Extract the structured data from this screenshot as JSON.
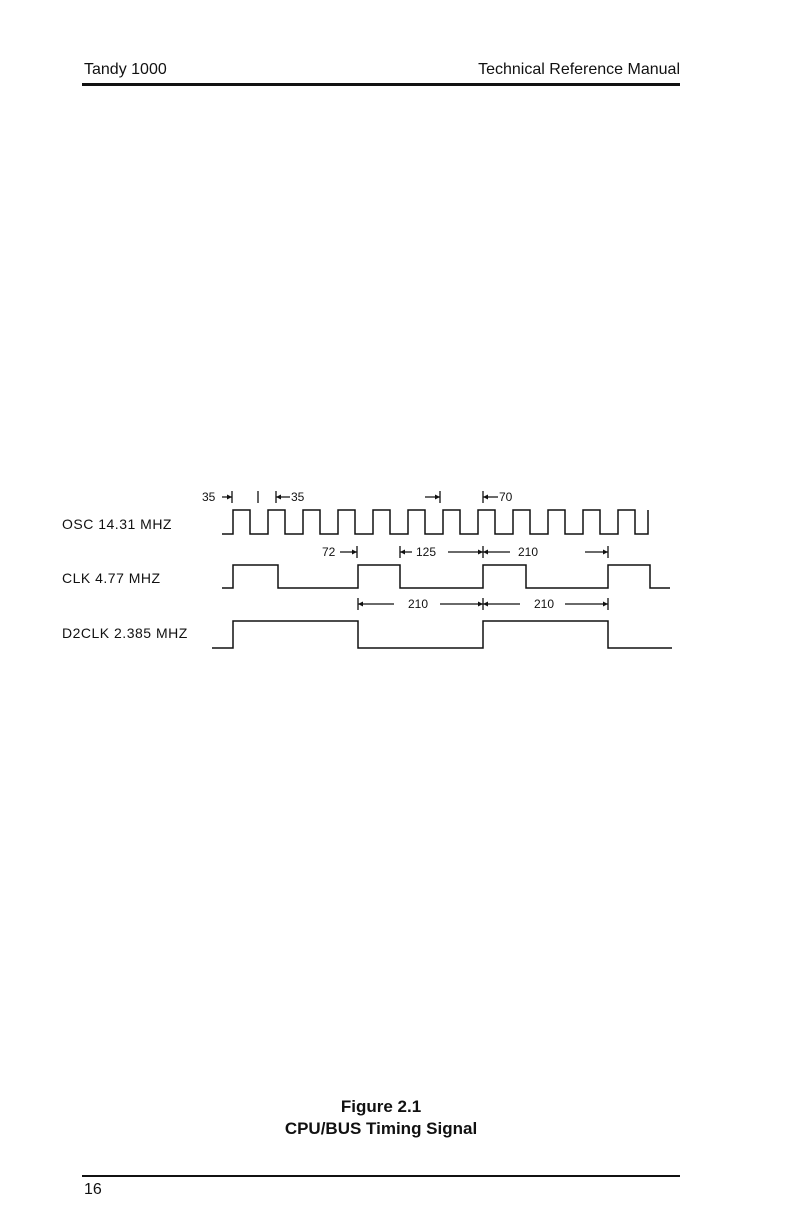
{
  "header": {
    "left": "Tandy 1000",
    "right": "Technical Reference Manual"
  },
  "footer": {
    "page_number": "16"
  },
  "figure": {
    "label": "Figure 2.1",
    "title": "CPU/BUS Timing Signal",
    "signals": [
      {
        "name": "OSC 14.31 MHZ"
      },
      {
        "name": "CLK 4.77 MHZ"
      },
      {
        "name": "D2CLK 2.385 MHZ"
      }
    ],
    "annotations": {
      "osc_a": "35",
      "osc_b": "35",
      "osc_c": "70",
      "clk_a": "72",
      "clk_b": "125",
      "clk_c": "210",
      "d2_a": "210",
      "d2_b": "210"
    }
  }
}
